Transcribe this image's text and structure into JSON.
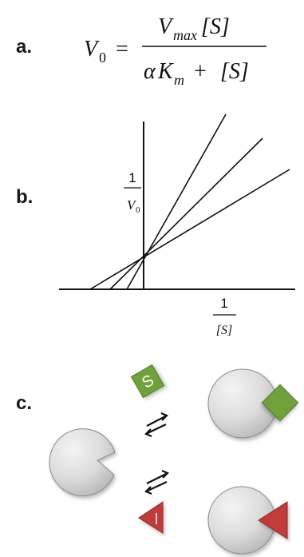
{
  "labels": {
    "a": "a.",
    "b": "b.",
    "c": "c."
  },
  "equation": {
    "lhs_var": "V",
    "lhs_sub": "0",
    "equals": "=",
    "num_var": "V",
    "num_sub": "max",
    "num_rest": "[S]",
    "den_alpha": "α",
    "den_k": "K",
    "den_sub": "m",
    "den_plus": "+",
    "den_rest": "[S]"
  },
  "plot": {
    "y_axis_label": {
      "numerator": "1",
      "denominator_var": "V",
      "denominator_sub": "0"
    },
    "x_axis_label": {
      "numerator": "1",
      "denominator": "[S]"
    }
  },
  "diagram_c": {
    "substrate_label": "S",
    "inhibitor_label": "I",
    "arrow_symbol": "⇌",
    "colors": {
      "enzyme_fill_light": "#f2f2f2",
      "enzyme_fill_dark": "#bdbdbd",
      "enzyme_stroke": "#6e6e6e",
      "substrate_fill": "#6fa23a",
      "substrate_stroke": "#4d7a22",
      "inhibitor_fill": "#c23a3a",
      "inhibitor_stroke": "#8e2525"
    }
  }
}
